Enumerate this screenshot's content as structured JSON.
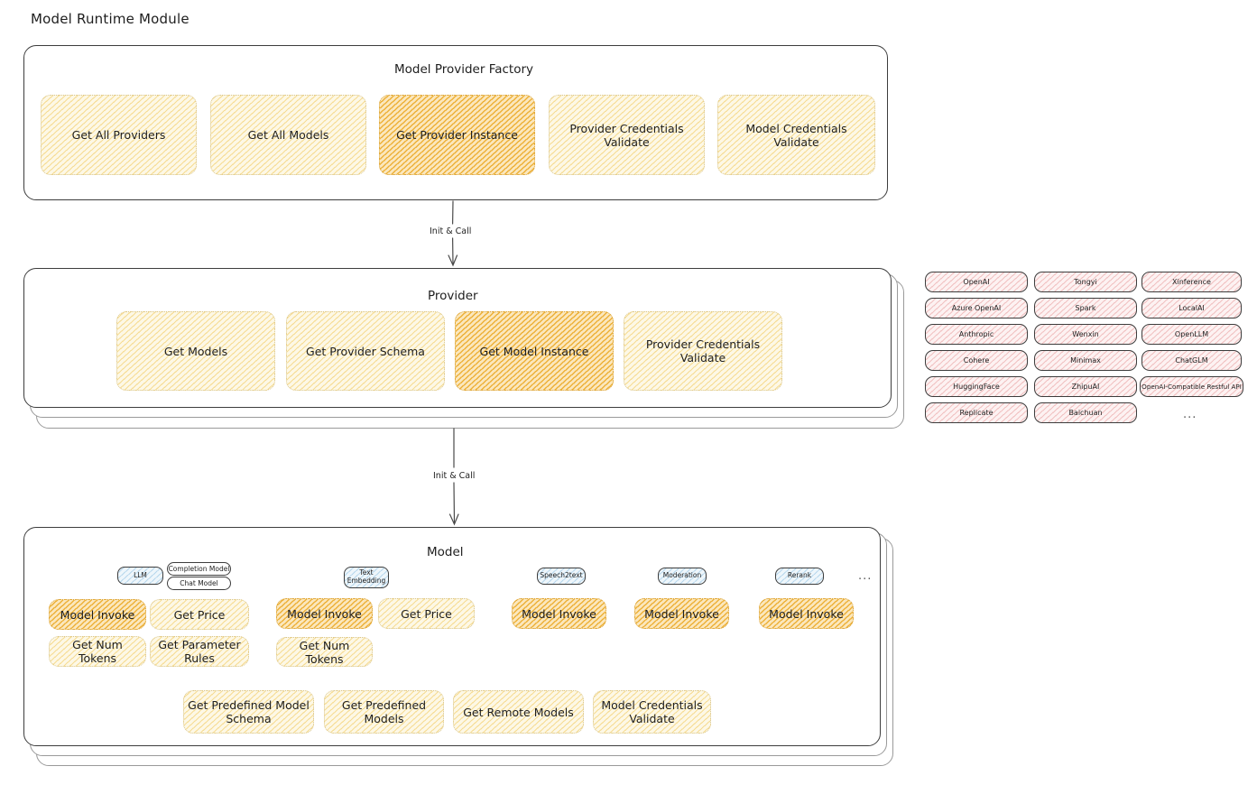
{
  "page": {
    "title": "Model Runtime Module"
  },
  "arrows": [
    {
      "label": "Init & Call"
    },
    {
      "label": "Init & Call"
    }
  ],
  "factory": {
    "label": "Model Provider Factory",
    "items": [
      {
        "label": "Get All Providers",
        "highlight": false
      },
      {
        "label": "Get All Models",
        "highlight": false
      },
      {
        "label": "Get Provider Instance",
        "highlight": true
      },
      {
        "label": "Provider Credentials Validate",
        "highlight": false
      },
      {
        "label": "Model Credentials Validate",
        "highlight": false
      }
    ]
  },
  "provider": {
    "label": "Provider",
    "items": [
      {
        "label": "Get Models",
        "highlight": false
      },
      {
        "label": "Get Provider Schema",
        "highlight": false
      },
      {
        "label": "Get Model Instance",
        "highlight": true
      },
      {
        "label": "Provider Credentials Validate",
        "highlight": false
      }
    ]
  },
  "provider_list": {
    "columns": [
      {
        "items": [
          "OpenAI",
          "Azure OpenAI",
          "Anthropic",
          "Cohere",
          "HuggingFace",
          "Replicate"
        ]
      },
      {
        "items": [
          "Tongyi",
          "Spark",
          "Wenxin",
          "Minimax",
          "ZhipuAI",
          "Baichuan"
        ]
      },
      {
        "items": [
          "Xinference",
          "LocalAI",
          "OpenLLM",
          "ChatGLM",
          "OpenAI-Compatible Restful API"
        ]
      }
    ],
    "more": "..."
  },
  "model": {
    "label": "Model",
    "more": "...",
    "types": [
      {
        "name": "LLM",
        "subtypes": [
          "Completion Model",
          "Chat Model"
        ],
        "ops": [
          {
            "label": "Model Invoke",
            "highlight": true
          },
          {
            "label": "Get Price",
            "highlight": false
          },
          {
            "label": "Get Num Tokens",
            "highlight": false
          },
          {
            "label": "Get Parameter Rules",
            "highlight": false
          }
        ]
      },
      {
        "name": "Text Embedding",
        "subtypes": [],
        "ops": [
          {
            "label": "Model Invoke",
            "highlight": true
          },
          {
            "label": "Get Price",
            "highlight": false
          },
          {
            "label": "Get Num Tokens",
            "highlight": false
          }
        ]
      },
      {
        "name": "Speech2text",
        "subtypes": [],
        "ops": [
          {
            "label": "Model Invoke",
            "highlight": true
          }
        ]
      },
      {
        "name": "Moderation",
        "subtypes": [],
        "ops": [
          {
            "label": "Model Invoke",
            "highlight": true
          }
        ]
      },
      {
        "name": "Rerank",
        "subtypes": [],
        "ops": [
          {
            "label": "Model Invoke",
            "highlight": true
          }
        ]
      }
    ],
    "common_ops": [
      "Get Predefined Model Schema",
      "Get Predefined Models",
      "Get Remote Models",
      "Model Credentials Validate"
    ]
  },
  "colors": {
    "highlight_fill": "#fbe7bd",
    "soft_fill": "#fdf8e6",
    "provider_chip_fill": "#fdf2f2",
    "model_type_chip_fill": "#eef6fb",
    "stroke": "#3d3d3d"
  }
}
